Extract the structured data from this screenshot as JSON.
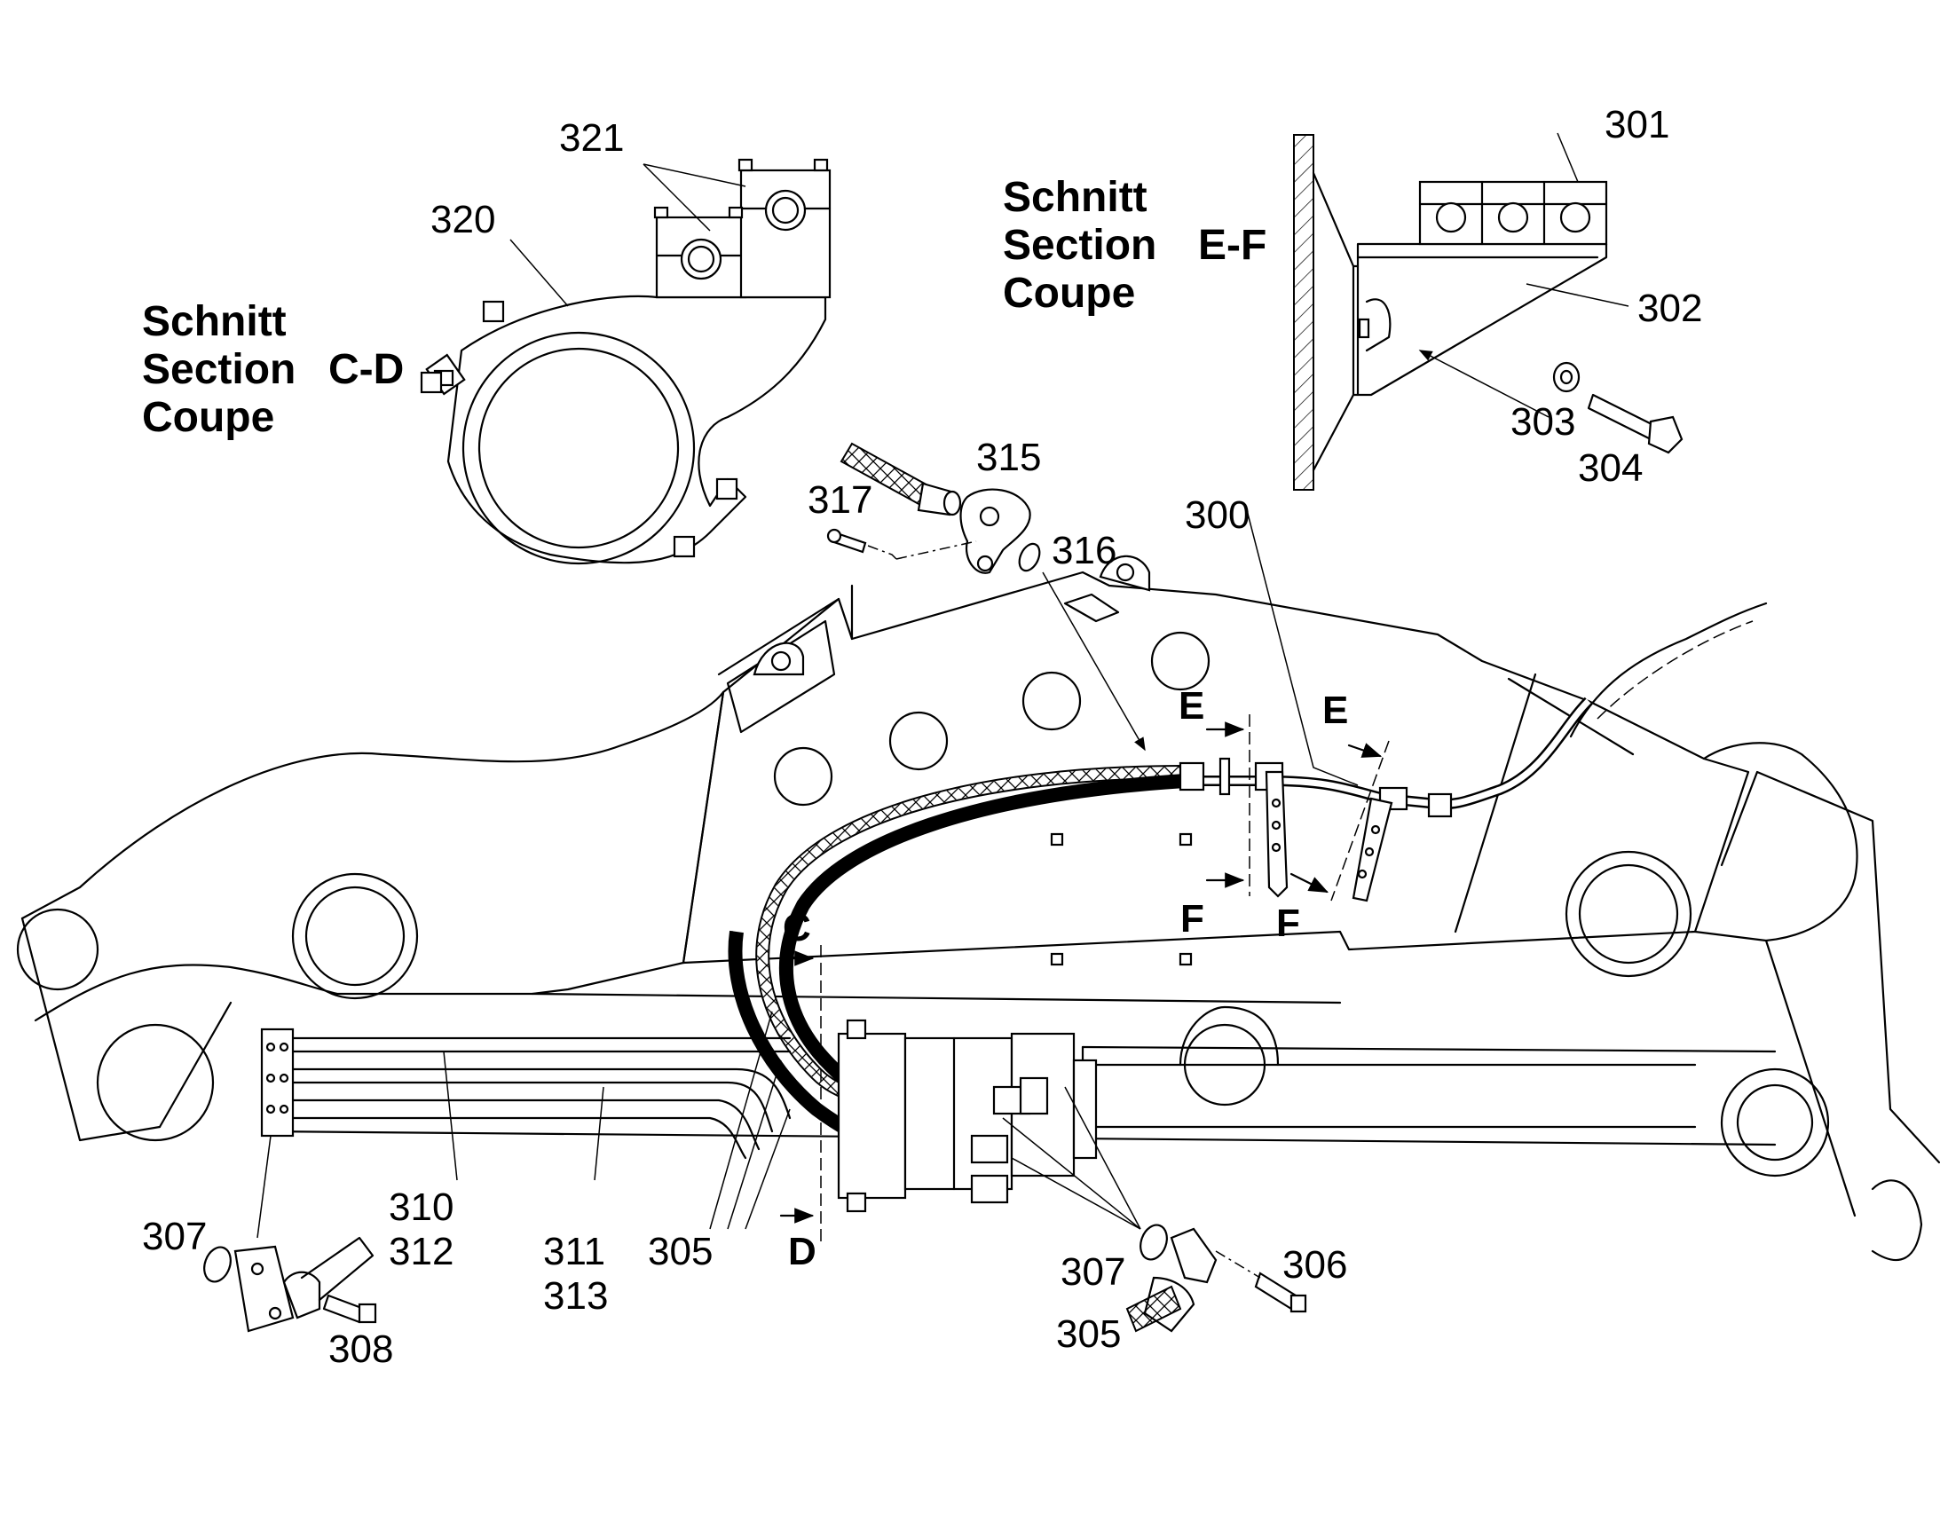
{
  "sections": {
    "cd": {
      "line1": "Schnitt",
      "line2": "Section",
      "code": "C-D",
      "line3": "Coupe"
    },
    "ef": {
      "line1": "Schnitt",
      "line2": "Section",
      "code": "E-F",
      "line3": "Coupe"
    }
  },
  "cut_markers": {
    "c": "C",
    "d": "D",
    "e": "E",
    "f": "F"
  },
  "part_labels": {
    "p300": "300",
    "p301": "301",
    "p302": "302",
    "p303": "303",
    "p304": "304",
    "p305": "305",
    "p306": "306",
    "p307": "307",
    "p308": "308",
    "p310": "310",
    "p311": "311",
    "p312": "312",
    "p313": "313",
    "p315": "315",
    "p316": "316",
    "p317": "317",
    "p320": "320",
    "p321": "321"
  }
}
